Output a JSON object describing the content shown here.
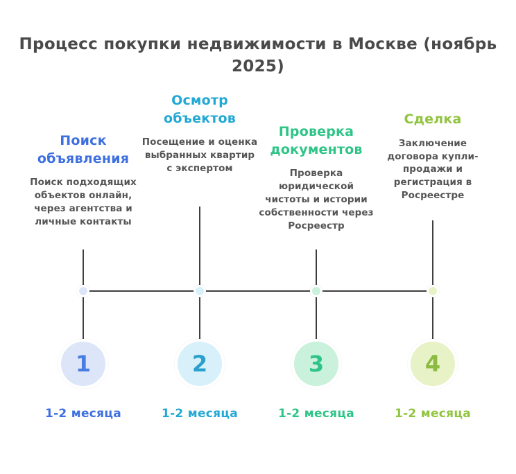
{
  "title": "Процесс покупки недвижимости в Москве (ноябрь 2025)",
  "colors": {
    "title": "#4a4a4a",
    "line": "#3f3f3f",
    "description": "#555555",
    "background": "#ffffff"
  },
  "stages": [
    {
      "number": "1",
      "heading": "Поиск объявления",
      "description": "Поиск подходящих объектов онлайн, через агентства и личные контакты",
      "duration": "1-2 месяца",
      "accent": "#3d6fe0",
      "number_color": "#4a7de2",
      "circle_fill": "#dde6f8"
    },
    {
      "number": "2",
      "heading": "Осмотр объектов",
      "description": "Посещение и оценка выбранных квартир с экспертом",
      "duration": "1-2 месяца",
      "accent": "#22a8d4",
      "number_color": "#2aa0cf",
      "circle_fill": "#d7f0f9"
    },
    {
      "number": "3",
      "heading": "Проверка документов",
      "description": "Проверка юридической чистоты и истории собственности через Росреестр",
      "duration": "1-2 месяца",
      "accent": "#2ec487",
      "number_color": "#2ec487",
      "circle_fill": "#c9f1dc"
    },
    {
      "number": "4",
      "heading": "Сделка",
      "description": "Заключение договора купли-продажи и регистрация в Росреестре",
      "duration": "1-2 месяца",
      "accent": "#91c43f",
      "number_color": "#8cbb42",
      "circle_fill": "#e7f2c6"
    }
  ]
}
